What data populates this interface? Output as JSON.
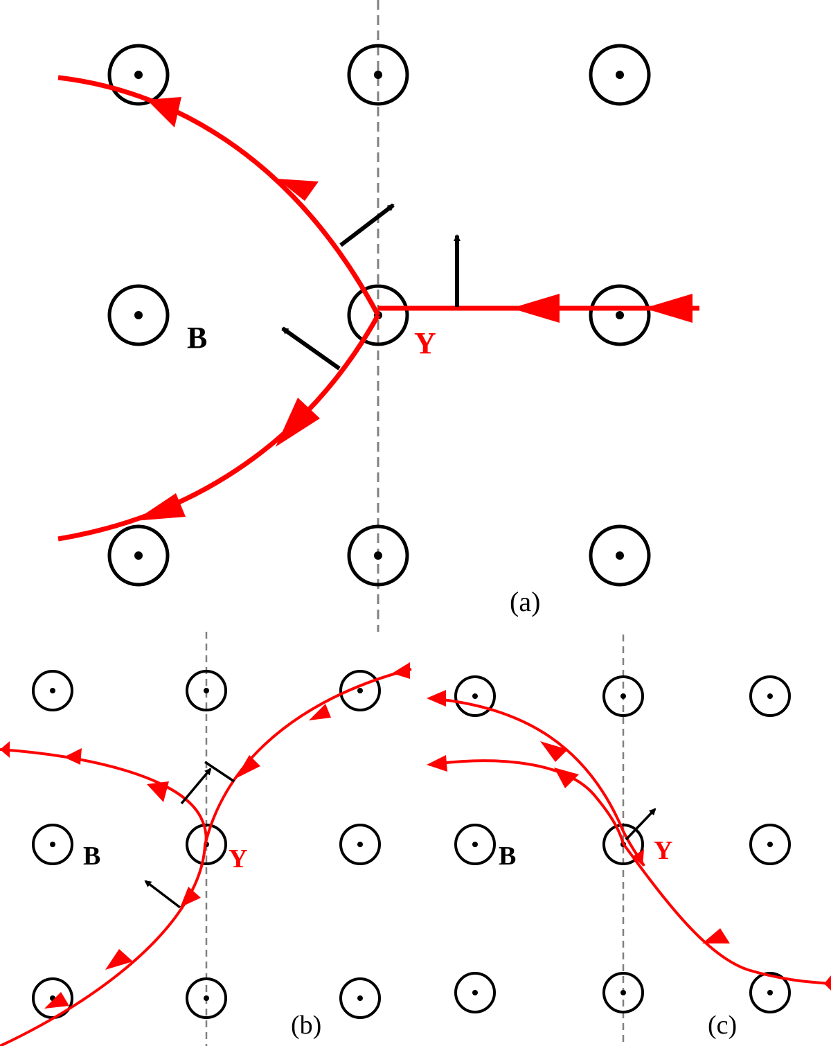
{
  "colors": {
    "flux_line": "#ff0000",
    "vortex": "#000000",
    "guide_line": "#808080",
    "velocity_arrow": "#000000"
  },
  "panels": [
    {
      "caption": "(a)",
      "label_B": "B",
      "label_Y": "Y"
    },
    {
      "caption": "(b)",
      "label_B": "B",
      "label_Y": "Y"
    },
    {
      "caption": "(c)",
      "label_B": "B",
      "label_Y": "Y"
    }
  ],
  "legend_symbols": {
    "vortex": "circled-dot-icon",
    "flux_line": "red-arrowed-line",
    "velocity": "black-arrow-icon"
  }
}
